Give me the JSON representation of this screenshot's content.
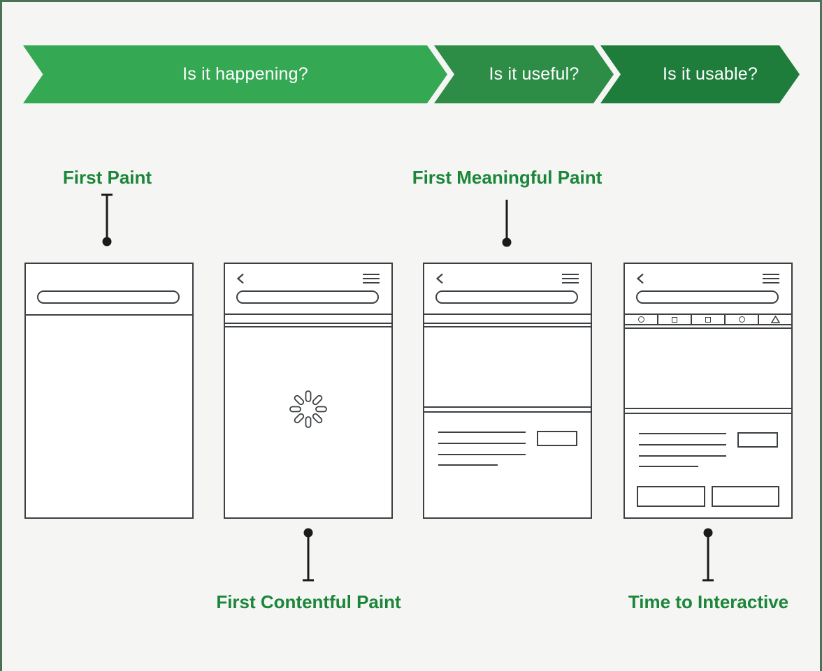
{
  "frame": {
    "background_color": "#f5f5f4",
    "border_color": "#4a7253"
  },
  "funnel": [
    {
      "label": "Is it happening?",
      "color": "#34a853"
    },
    {
      "label": "Is it useful?",
      "color": "#2d8c45"
    },
    {
      "label": "Is it usable?",
      "color": "#1e7d3a"
    }
  ],
  "metrics": {
    "label_color": "#1b8639",
    "first_paint": {
      "label": "First Paint"
    },
    "first_contentful_paint": {
      "label": "First Contentful Paint"
    },
    "first_meaningful_paint": {
      "label": "First Meaningful Paint"
    },
    "time_to_interactive": {
      "label": "Time to Interactive"
    }
  },
  "phones": {
    "stroke_color": "#3c4043",
    "first_paint": {
      "elements": [
        "url-bar"
      ]
    },
    "first_contentful_paint": {
      "elements": [
        "back-chevron",
        "hamburger-menu",
        "url-bar",
        "empty-tab-strip",
        "loading-spinner"
      ]
    },
    "first_meaningful_paint": {
      "elements": [
        "back-chevron",
        "hamburger-menu",
        "url-bar",
        "empty-tab-strip",
        "hero-block",
        "text-lines",
        "button"
      ]
    },
    "time_to_interactive": {
      "elements": [
        "back-chevron",
        "hamburger-menu",
        "url-bar",
        "icon-toolbar",
        "text-lines",
        "button",
        "action-buttons"
      ],
      "toolbar_icons": [
        "circle",
        "square",
        "square",
        "circle",
        "triangle"
      ]
    }
  }
}
